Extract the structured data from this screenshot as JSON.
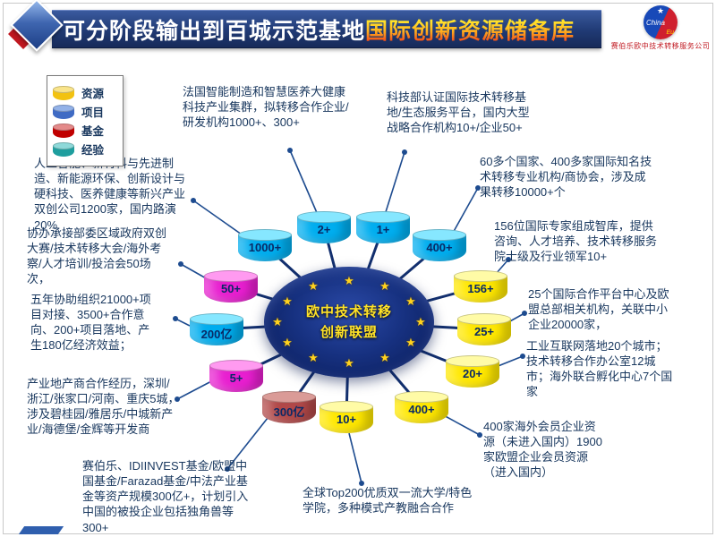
{
  "slide": {
    "title_part1": "可分阶段输出到百城示范基地",
    "title_part2": "国际创新资源储备库",
    "logo_caption": "赛伯乐欧中技术转移服务公司",
    "logo_china": "China",
    "logo_eu": "Eu",
    "logo_star": "★"
  },
  "legend": {
    "items": [
      "资源",
      "项目",
      "基金",
      "经验"
    ]
  },
  "hub": {
    "line1": "欧中技术转移",
    "line2": "创新联盟"
  },
  "nodes": [
    {
      "label": "2+",
      "color": "#00AEEF"
    },
    {
      "label": "1+",
      "color": "#00AEEF"
    },
    {
      "label": "1000+",
      "color": "#00AEEF"
    },
    {
      "label": "400+",
      "color": "#00AEEF"
    },
    {
      "label": "50+",
      "color": "#E81FD0"
    },
    {
      "label": "156+",
      "color": "#FFE800"
    },
    {
      "label": "200亿",
      "color": "#00AEEF"
    },
    {
      "label": "25+",
      "color": "#FFE800"
    },
    {
      "label": "5+",
      "color": "#E81FD0"
    },
    {
      "label": "20+",
      "color": "#FFE800"
    },
    {
      "label": "300亿",
      "color": "#B24848"
    },
    {
      "label": "10+",
      "color": "#FFE800"
    },
    {
      "label": "400+",
      "color": "#FFE800"
    }
  ],
  "notes": {
    "france_cluster": "法国智能制造和智慧医养大健康科技产业集群，拟转移合作企业/研发机构1000+、300+",
    "most_certified": "科技部认证国际技术转移基地/生态服务平台，国内大型战略合作机构10+/企业50+",
    "ai_companies": "人工智能、新材料与先进制造、新能源环保、创新设计与硬科技、医养健康等新兴产业双创公司1200家，国内路演20%",
    "events_hosted": "协办承接部委区域政府双创大赛/技术转移大会/海外考察/人才培训/投洽会50场次，",
    "project_matching": "五年协助组织21000+项目对接、3500+合作意向、200+项目落地、产生180亿经济效益；",
    "real_estate": "产业地产商合作经历，深圳/浙江/张家口/河南、重庆5城，涉及碧桂园/雅居乐/中城新产业/海德堡/金辉等开发商",
    "funds": "赛伯乐、IDIINVEST基金/欧盟中国基金/Farazad基金/中法产业基金等资产规模300亿+，计划引入中国的被投企业包括独角兽等300+",
    "global_agencies": "60多个国家、400多家国际知名技术转移专业机构/商协会，涉及成果转移10000+个",
    "expert_thinktank": "156位国际专家组成智库，提供咨询、人才培养、技术转移服务院士级及行业领军10+",
    "platform_centers": "25个国际合作平台中心及欧盟总部相关机构，关联中小企业20000家，",
    "industrial_internet": "工业互联网落地20个城市；技术转移合作办公室12城市；海外联合孵化中心7个国家",
    "overseas_members": "400家海外会员企业资源（未进入国内）1900家欧盟企业会员资源（进入国内）",
    "universities": "全球Top200优质双一流大学/特色学院，多种模式产教融合合作"
  },
  "palette": {
    "title_bar": "#203a74",
    "title_highlight_top": "#ffe32b",
    "title_highlight_bottom": "#f03018",
    "note_text": "#17365D",
    "hub_fill": "#16307f",
    "star": "#FFD21E",
    "node_cyan": "#00AEEF",
    "node_magenta": "#E81FD0",
    "node_yellow": "#FFE800",
    "node_dark_red": "#B24848"
  }
}
